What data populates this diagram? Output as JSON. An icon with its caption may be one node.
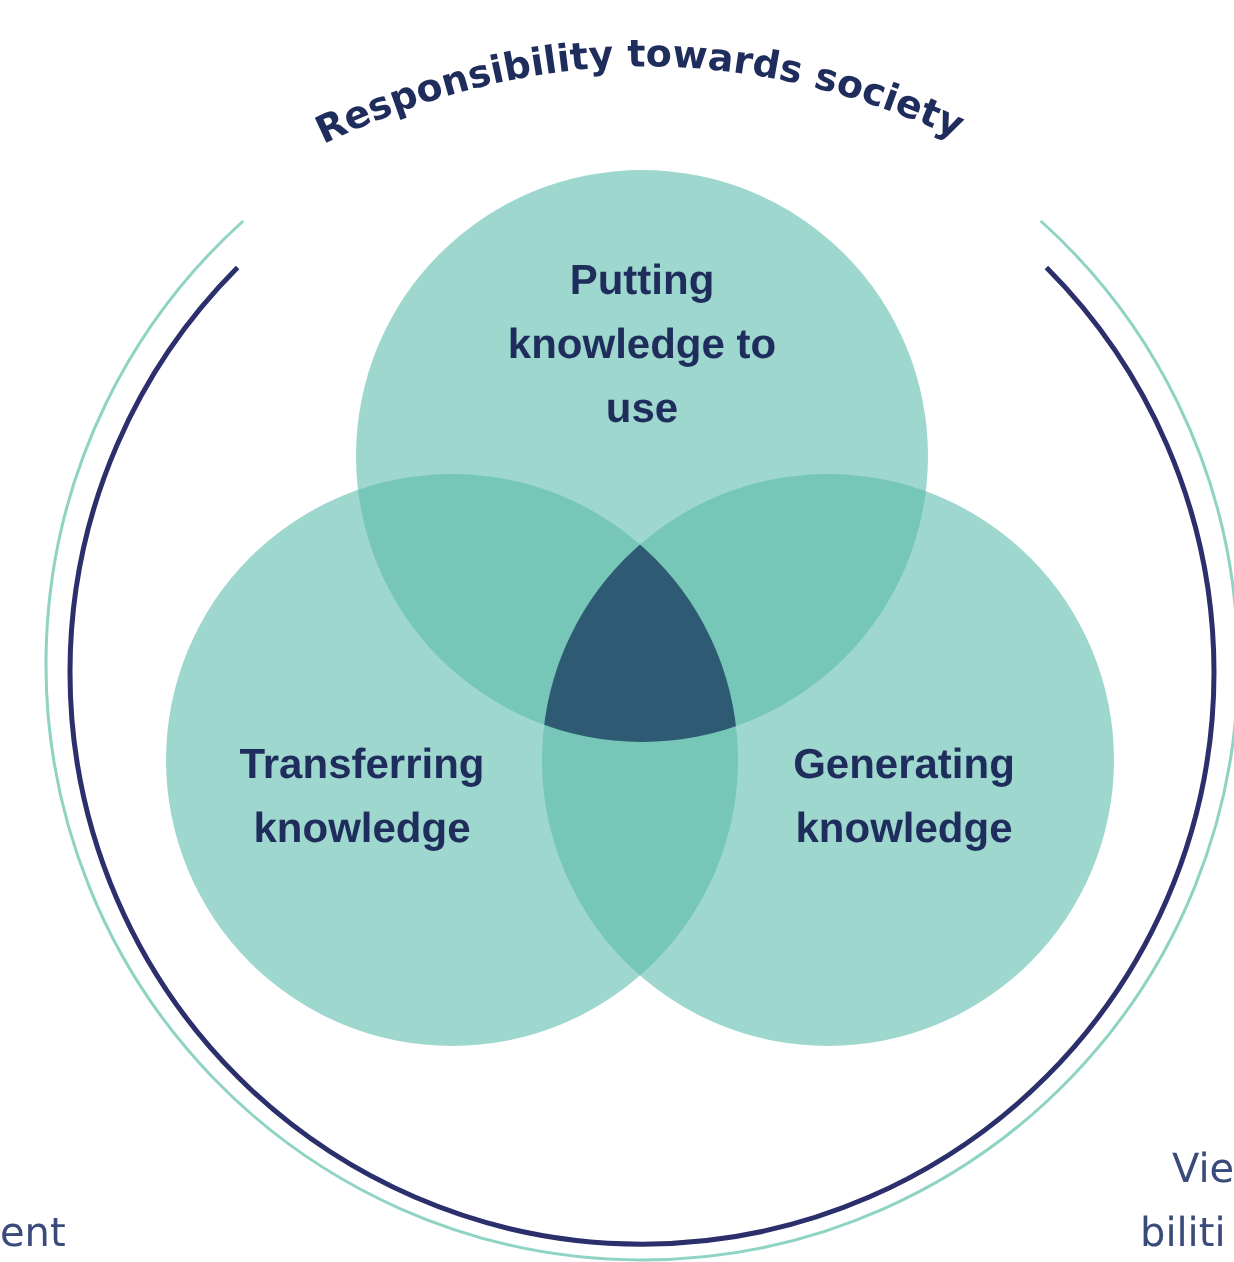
{
  "diagram": {
    "title": "Responsibility towards society",
    "nodes": [
      {
        "text": [
          "Putting knowledge to use"
        ]
      },
      {
        "text": [
          "Transferring knowledge"
        ]
      },
      {
        "text": [
          "Generating knowledge"
        ]
      }
    ],
    "labels": [
      "Vie",
      "ent",
      "biliti"
    ]
  }
}
